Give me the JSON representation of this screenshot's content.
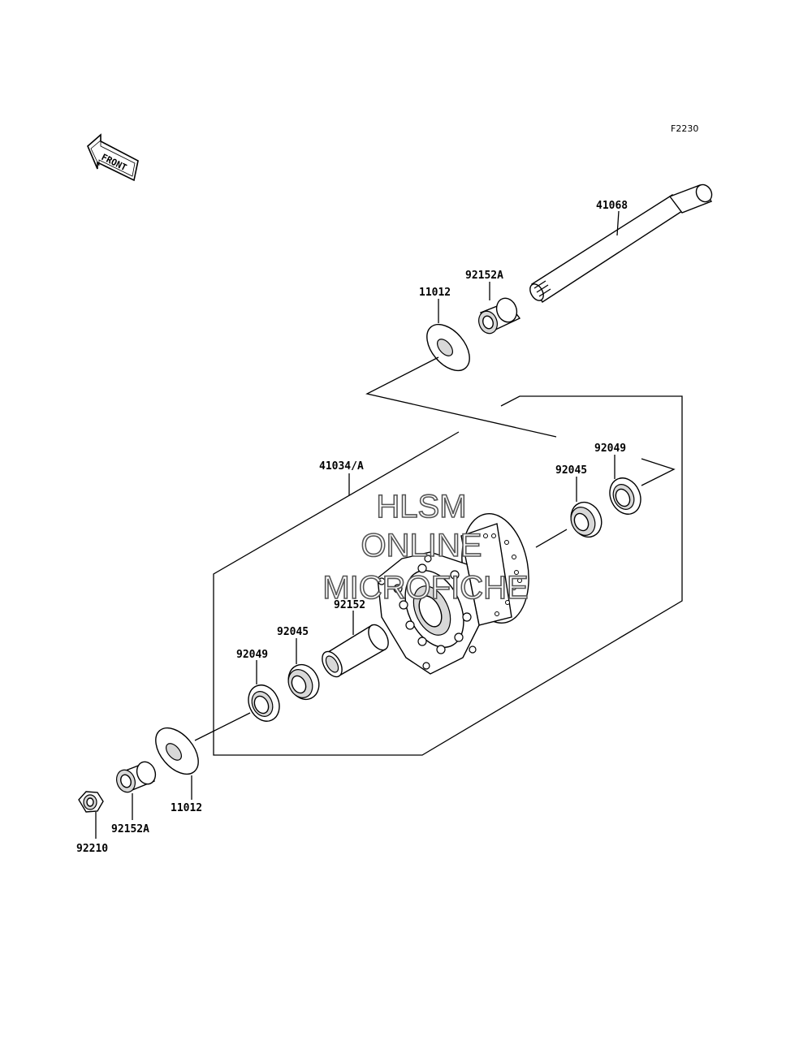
{
  "figure_code": "F2230",
  "front_arrow_text": "FRONT",
  "watermark": {
    "line1": "HLSM",
    "line2": "ONLINE",
    "line3": "MICROFICHE"
  },
  "parts": {
    "axle": "41068",
    "bush_top": "92152A",
    "seal_top": "11012",
    "hub": "41034/A",
    "oil_seal_right": "92049",
    "bearing_right": "92045",
    "spacer": "92152",
    "bearing_left": "92045",
    "oil_seal_left": "92049",
    "seal_bottom": "11012",
    "bush_bottom": "92152A",
    "nut": "92210"
  }
}
